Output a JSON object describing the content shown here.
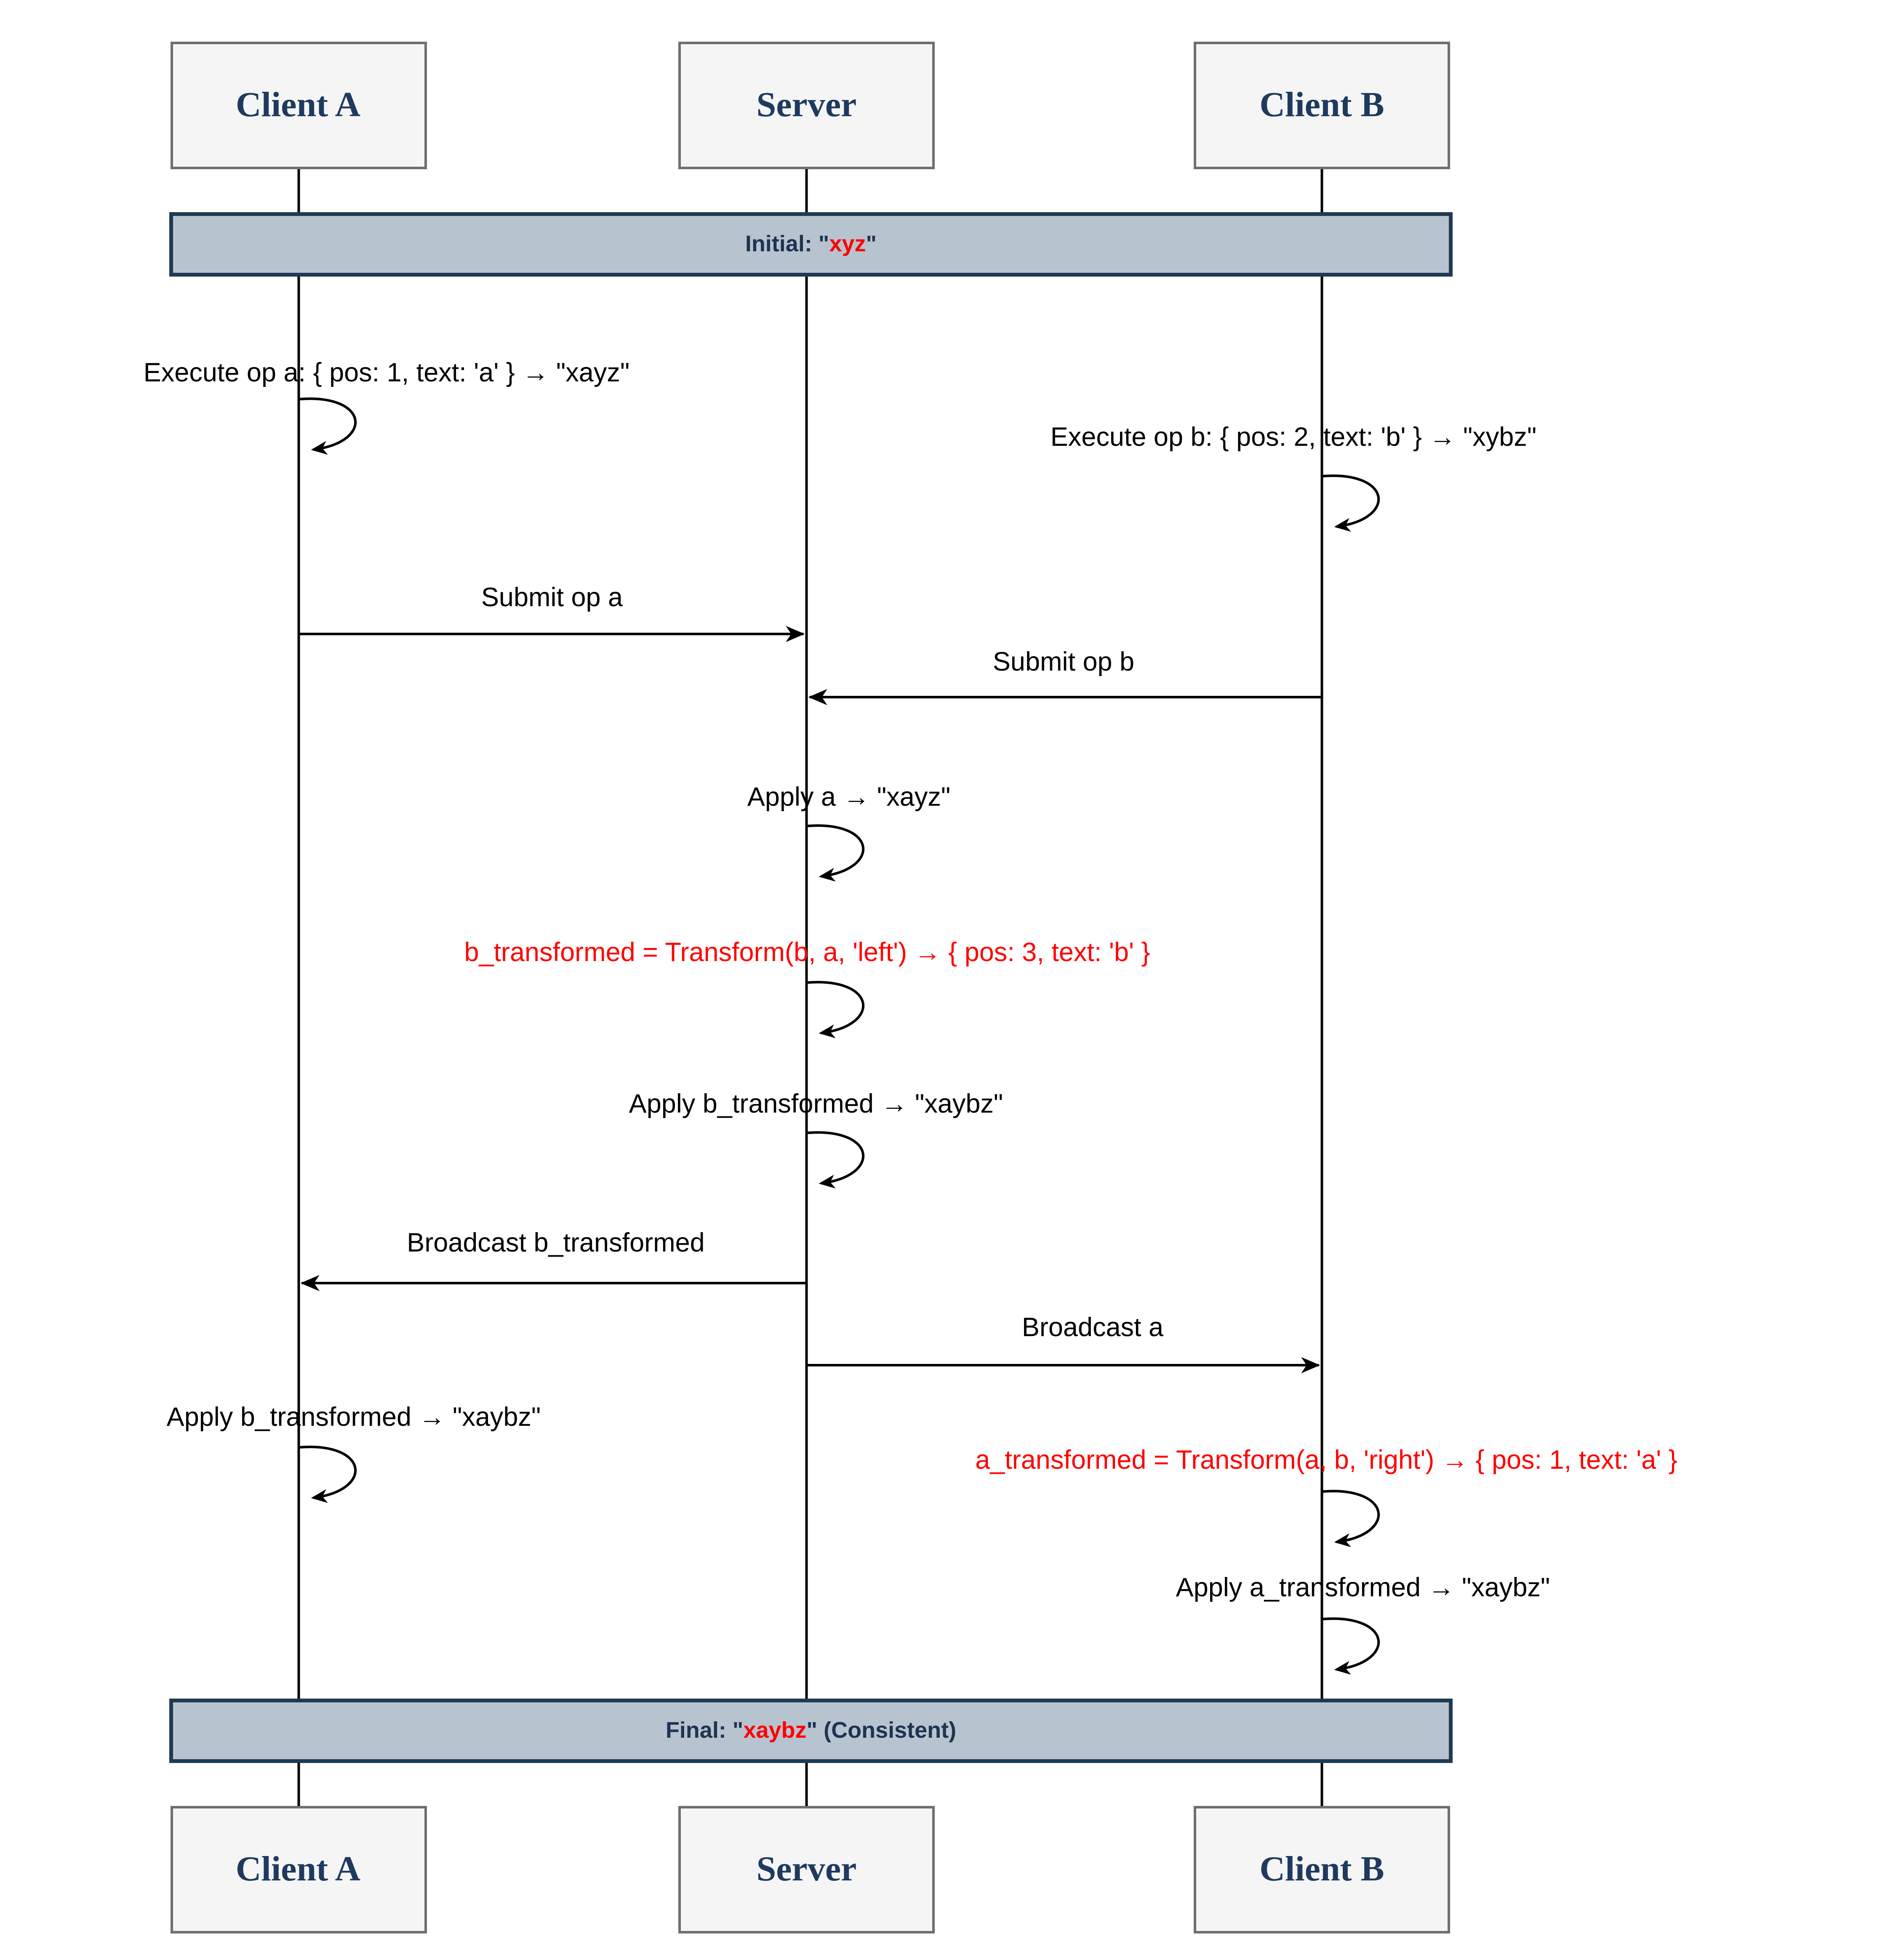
{
  "diagram": {
    "actors": [
      {
        "id": "client-a",
        "label": "Client A"
      },
      {
        "id": "server",
        "label": "Server"
      },
      {
        "id": "client-b",
        "label": "Client B"
      }
    ],
    "banners": {
      "initial": {
        "prefix": "Initial: \"",
        "highlight": "xyz",
        "suffix": "\""
      },
      "final": {
        "prefix": "Final: \"",
        "highlight": "xaybz",
        "suffix": "\" (Consistent)"
      }
    },
    "messages": {
      "execute_a": "Execute op a: { pos: 1, text: 'a' } → \"xayz\"",
      "execute_b": "Execute op b: { pos: 2, text: 'b' } → \"xybz\"",
      "submit_a": "Submit op a",
      "submit_b": "Submit op b",
      "apply_a": "Apply a → \"xayz\"",
      "transform_b": "b_transformed = Transform(b, a, 'left') → { pos: 3, text: 'b' }",
      "apply_b_server": "Apply b_transformed → \"xaybz\"",
      "broadcast_b": "Broadcast b_transformed",
      "broadcast_a": "Broadcast a",
      "apply_b_client_a": "Apply b_transformed → \"xaybz\"",
      "transform_a": "a_transformed = Transform(a, b, 'right') → { pos: 1, text: 'a' }",
      "apply_a_client_b": "Apply a_transformed → \"xaybz\""
    },
    "colors": {
      "highlight_red": "#ff0000",
      "navy_text": "#1e3450",
      "banner_fill": "#b8c3d0",
      "banner_border": "#1f3a52",
      "actor_fill": "#f5f5f5",
      "actor_border": "#6f6f6f",
      "line_black": "#000000"
    }
  }
}
